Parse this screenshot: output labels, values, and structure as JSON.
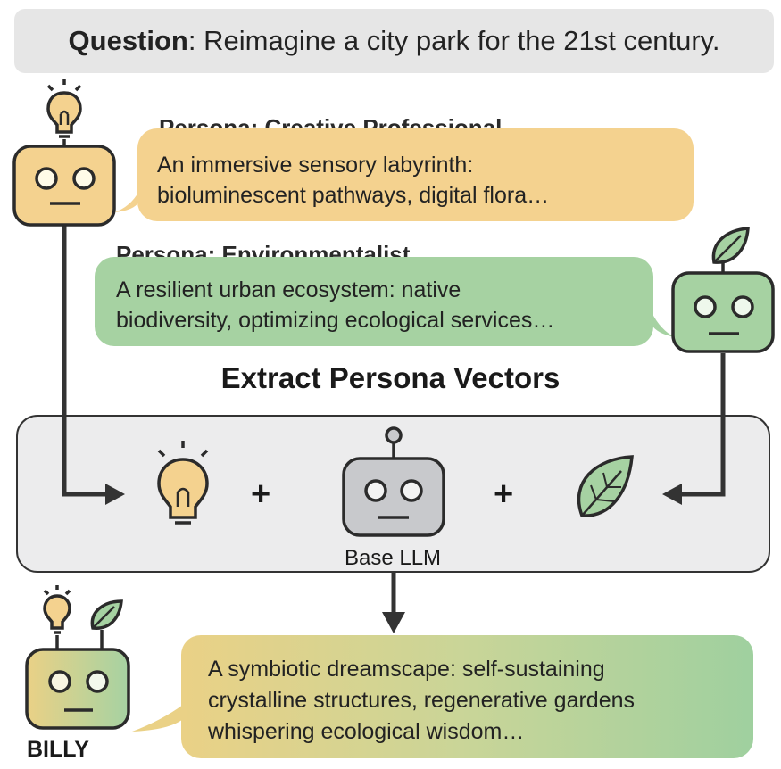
{
  "question": {
    "label": "Question",
    "text": ": Reimagine a city park for the 21st century."
  },
  "personas": [
    {
      "label": "Persona: Creative Professional",
      "lines": [
        "An immersive sensory labyrinth:",
        "bioluminescent pathways, digital flora…"
      ],
      "color": "#f4d28f"
    },
    {
      "label": "Persona: Environmentalist",
      "lines": [
        "A resilient urban ecosystem: native",
        "biodiversity, optimizing ecological services…"
      ],
      "color": "#a6d2a2"
    }
  ],
  "section_title": "Extract Persona Vectors",
  "extract": {
    "plus_1": "+",
    "plus_2": "+",
    "base_label": "Base LLM"
  },
  "billy": {
    "name": "BILLY",
    "lines": [
      "A symbiotic dreamscape: self-sustaining",
      "crystalline structures, regenerative gardens",
      "whispering ecological wisdom…"
    ]
  },
  "colors": {
    "creative": "#f4d28f",
    "environment": "#a6d2a2",
    "base": "#c8c9cc",
    "arrow": "#333333"
  },
  "icons": [
    "lightbulb-icon",
    "leaf-icon",
    "robot-icon",
    "arrow-icon"
  ]
}
